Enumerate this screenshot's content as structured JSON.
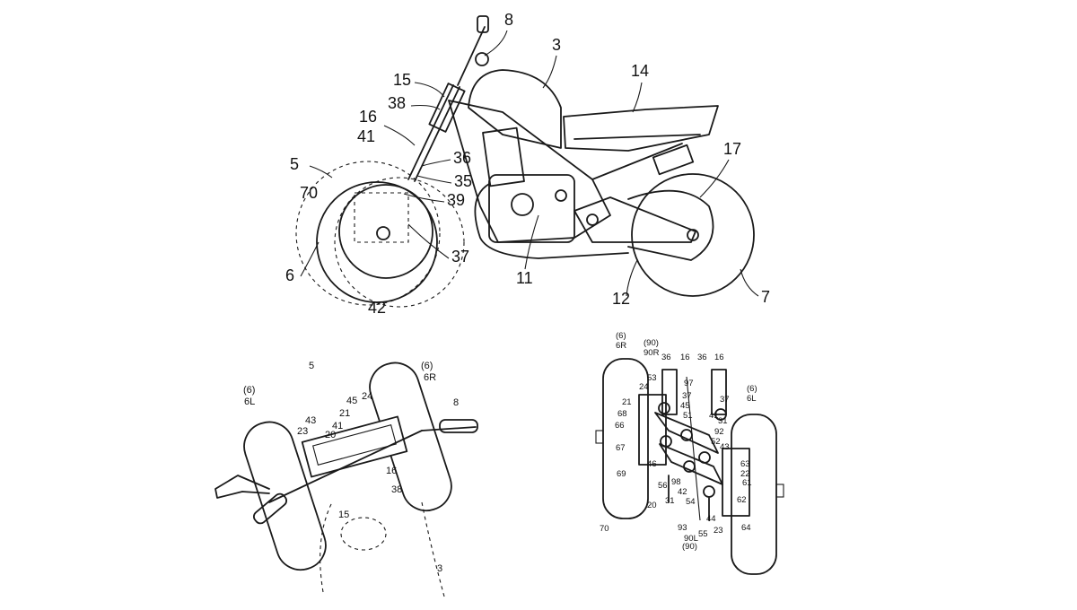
{
  "side_view": {
    "labels": [
      "8",
      "3",
      "15",
      "14",
      "38",
      "16",
      "41",
      "36",
      "17",
      "5",
      "35",
      "70",
      "39",
      "37",
      "6",
      "11",
      "12",
      "7",
      "42"
    ]
  },
  "front_view": {
    "labels": [
      "5",
      "(6)",
      "6R",
      "(6)",
      "6L",
      "45",
      "24",
      "8",
      "21",
      "43",
      "41",
      "23",
      "20",
      "16",
      "38",
      "15",
      "3"
    ]
  },
  "mechanism_view": {
    "labels": [
      "(6)",
      "6R",
      "(90)",
      "90R",
      "36",
      "16",
      "36",
      "16",
      "53",
      "24",
      "97",
      "21",
      "37",
      "37",
      "(6)",
      "6L",
      "68",
      "45",
      "51",
      "41",
      "66",
      "31",
      "92",
      "67",
      "52",
      "43",
      "46",
      "63",
      "22",
      "69",
      "56",
      "98",
      "61",
      "42",
      "31",
      "20",
      "54",
      "62",
      "70",
      "93",
      "44",
      "23",
      "64",
      "90L",
      "55",
      "(90)"
    ]
  }
}
